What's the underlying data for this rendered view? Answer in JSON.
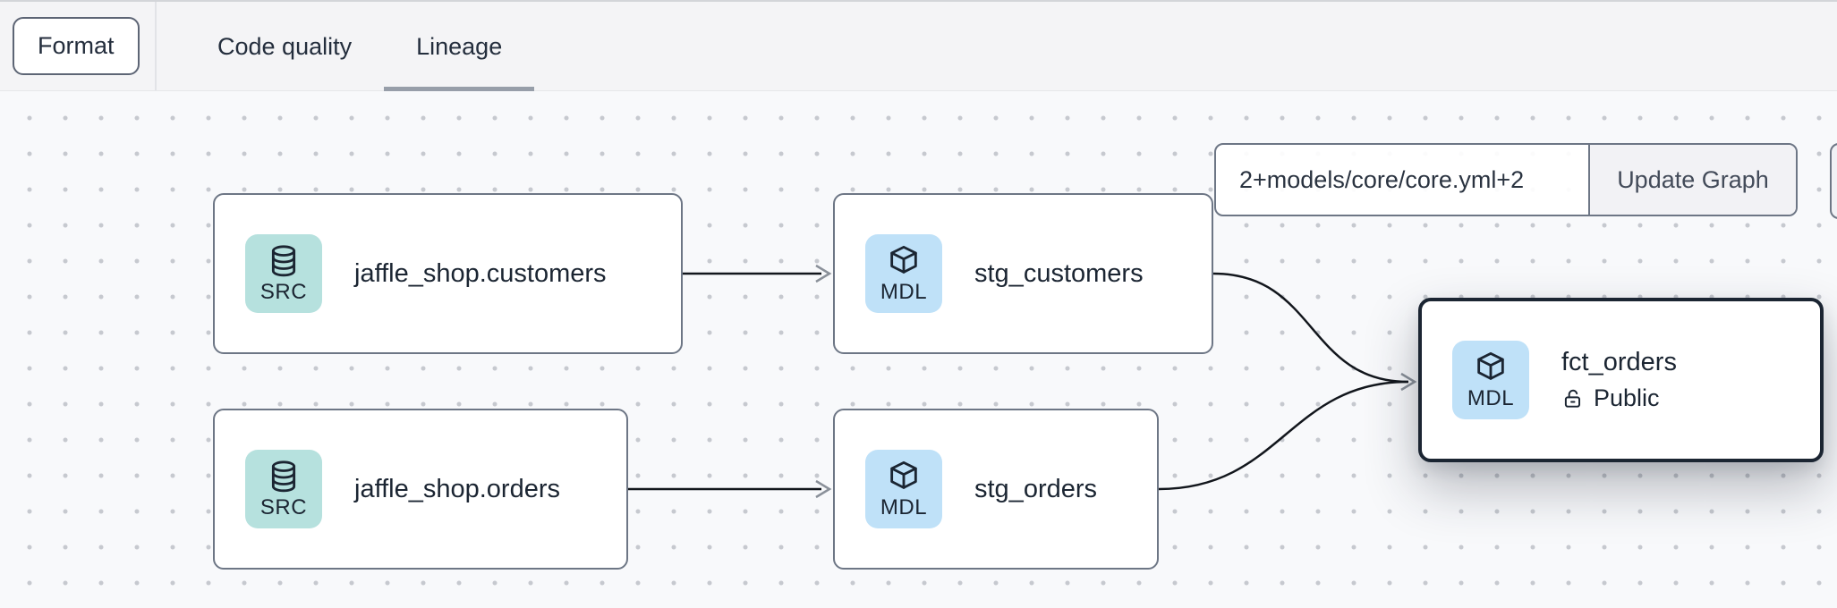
{
  "header": {
    "format_label": "Format",
    "tabs": [
      {
        "label": "Code quality",
        "active": false
      },
      {
        "label": "Lineage",
        "active": true
      }
    ]
  },
  "toolbar": {
    "selector_value": "2+models/core/core.yml+2",
    "update_label": "Update Graph"
  },
  "graph": {
    "nodes": [
      {
        "type_label": "SRC",
        "label": "jaffle_shop.customers",
        "kind": "source"
      },
      {
        "type_label": "MDL",
        "label": "stg_customers",
        "kind": "model"
      },
      {
        "type_label": "SRC",
        "label": "jaffle_shop.orders",
        "kind": "source"
      },
      {
        "type_label": "MDL",
        "label": "stg_orders",
        "kind": "model"
      },
      {
        "type_label": "MDL",
        "label": "fct_orders",
        "badge": "Public",
        "kind": "model",
        "selected": true
      }
    ],
    "edges": [
      {
        "from": "jaffle_shop.customers",
        "to": "stg_customers"
      },
      {
        "from": "jaffle_shop.orders",
        "to": "stg_orders"
      },
      {
        "from": "stg_customers",
        "to": "fct_orders"
      },
      {
        "from": "stg_orders",
        "to": "fct_orders"
      }
    ]
  },
  "colors": {
    "accent_teal_tile": "#b6e1de",
    "accent_blue_tile": "#bfe1f8",
    "node_border": "#6d7685",
    "selected_border": "#1b2532",
    "edge": "#12161c",
    "header_bg": "#f4f4f6",
    "canvas_bg": "#f8f9fb",
    "tab_underline": "#979ea9"
  }
}
